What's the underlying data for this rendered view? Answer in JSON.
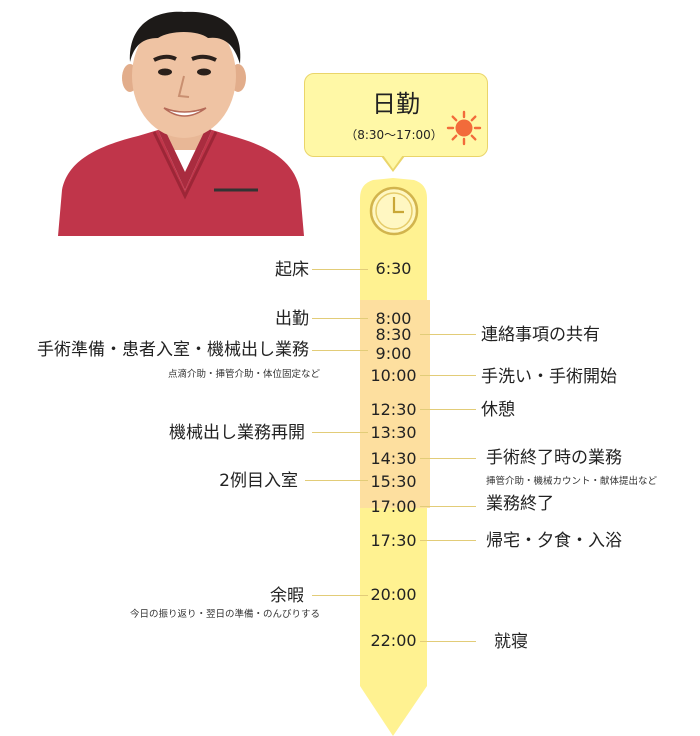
{
  "header": {
    "shift_title": "日勤",
    "shift_hours": "（8:30～17:00）"
  },
  "icons": {
    "photo": "nurse-photo",
    "sun": "sun-icon",
    "clock": "clock-icon"
  },
  "colors": {
    "bar": "#fff291",
    "work_band": "#fddf9f",
    "line": "#e2cc78",
    "sun": "#f26b3a",
    "box": "#fff8a6"
  },
  "times": [
    "6:30",
    "8:00",
    "8:30",
    "9:00",
    "10:00",
    "12:30",
    "13:30",
    "14:30",
    "15:30",
    "17:00",
    "17:30",
    "20:00",
    "22:00"
  ],
  "left_events": {
    "wake": "起床",
    "commute": "出勤",
    "prep": "手術準備・患者入室・機械出し業務",
    "prep_sub": "点滴介助・挿管介助・体位固定など",
    "resume": "機械出し業務再開",
    "second": "2例目入室",
    "free": "余暇",
    "free_sub": "今日の振り返り・翌日の準備・のんびりする"
  },
  "right_events": {
    "share": "連絡事項の共有",
    "scrub": "手洗い・手術開始",
    "break": "休憩",
    "end_tasks": "手術終了時の業務",
    "end_tasks_sub": "挿管介助・機械カウント・献体提出など",
    "finish": "業務終了",
    "home": "帰宅・夕食・入浴",
    "sleep": "就寝"
  }
}
